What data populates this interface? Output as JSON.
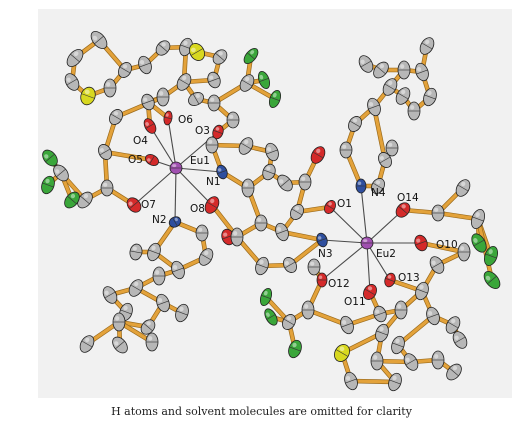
{
  "figure": {
    "caption": "H atoms and solvent molecules are omitted for clarity",
    "labels": {
      "eu1": "Eu1",
      "eu2": "Eu2",
      "n1": "N1",
      "n2": "N2",
      "n3": "N3",
      "n4": "N4",
      "o1": "O1",
      "o3": "O3",
      "o4": "O4",
      "o5": "O5",
      "o6": "O6",
      "o7": "O7",
      "o8": "O8",
      "o10": "O10",
      "o11": "O11",
      "o12": "O12",
      "o13": "O13",
      "o14": "O14"
    }
  },
  "colors": {
    "background": "#f1f1f1",
    "bond": "#e3a23a",
    "carbon": "#b7b7b7",
    "oxygen": "#d42a2a",
    "nitrogen": "#2f4f9e",
    "fluorine": "#3aa63a",
    "sulfur": "#d8d820",
    "europium": "#a050b0"
  }
}
